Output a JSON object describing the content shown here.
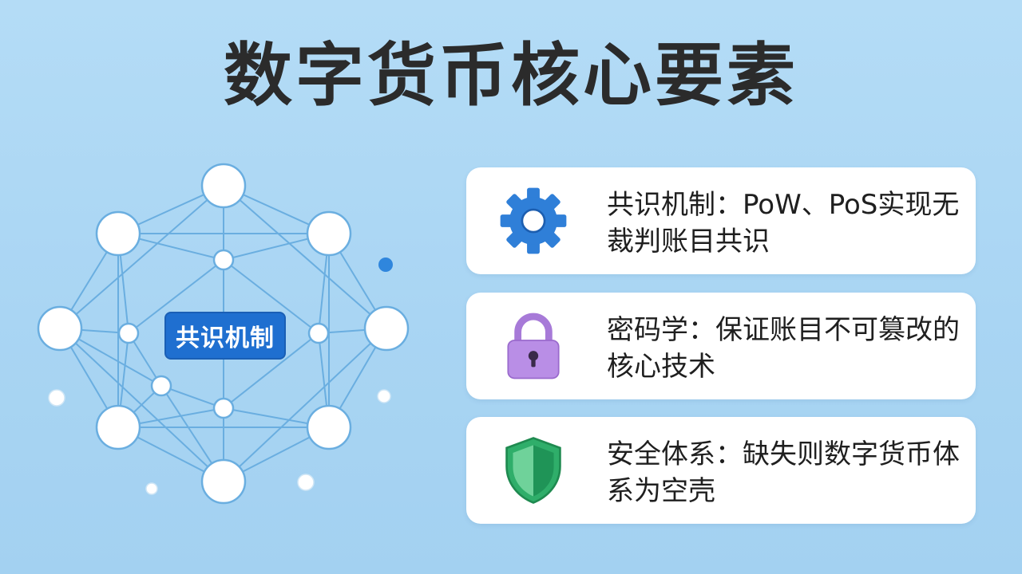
{
  "title": "数字货币核心要素",
  "diagram": {
    "center_label": "共识机制"
  },
  "cards": [
    {
      "icon": "gear-icon",
      "icon_color": "#2f7fd8",
      "text": "共识机制：PoW、PoS实现无裁判账目共识"
    },
    {
      "icon": "padlock-icon",
      "icon_color": "#b98ee6",
      "text": "密码学：保证账目不可篡改的核心技术"
    },
    {
      "icon": "shield-icon",
      "icon_color": "#2fae6a",
      "text": "安全体系：缺失则数字货币体系为空壳"
    }
  ],
  "colors": {
    "background": "#aad6f3",
    "node_stroke": "#6aaee0",
    "center_fill": "#1f6fd0",
    "accent_dot": "#2f86dd"
  }
}
